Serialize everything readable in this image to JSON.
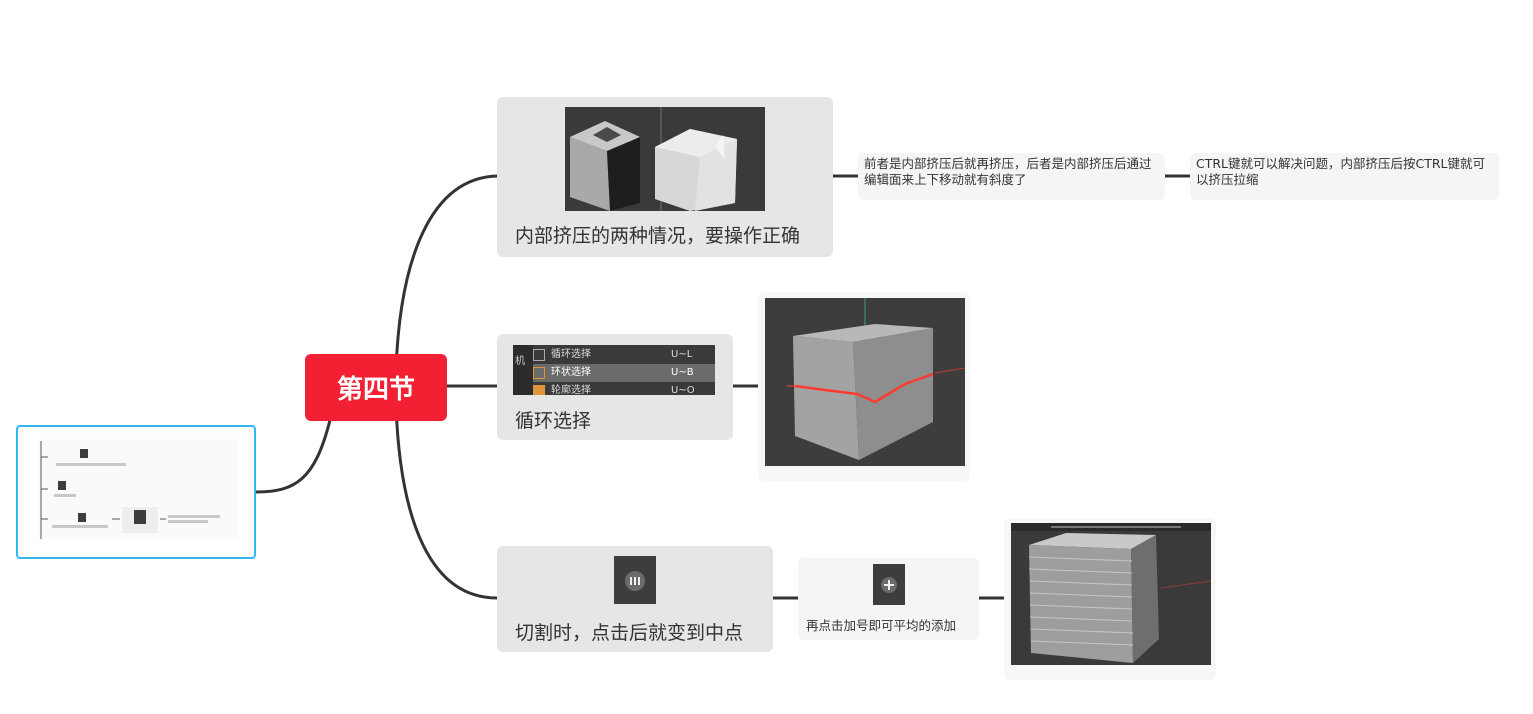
{
  "central": {
    "label": "第四节"
  },
  "branches": [
    {
      "label": "内部挤压的两种情况，要操作正确",
      "notes": [
        "前者是内部挤压后就再挤压，后者是内部挤压后通过编辑面来上下移动就有斜度了",
        "CTRL键就可以解决问题，内部挤压后按CTRL键就可以挤压拉缩"
      ]
    },
    {
      "label": "循环选择",
      "menu": [
        {
          "prefix": "机",
          "label": "循环选择",
          "shortcut": "U~L"
        },
        {
          "label": "环状选择",
          "shortcut": "U~B"
        },
        {
          "label": "轮廓选择",
          "shortcut": "U~O"
        }
      ]
    },
    {
      "label": "切割时，点击后就变到中点",
      "notes": [
        "再点击加号即可平均的添加"
      ]
    }
  ],
  "colors": {
    "central": "#f22032",
    "topic_bg": "#e6e6e6",
    "line": "#333333",
    "selection": "#35b6ef"
  }
}
